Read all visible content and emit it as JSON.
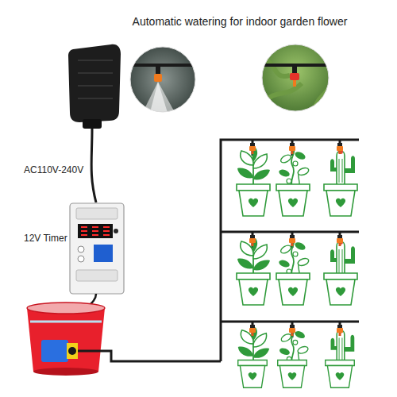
{
  "diagram": {
    "title": "Automatic watering for indoor garden flower",
    "labels": [
      "AC110V-240V",
      "12V Timer"
    ]
  }
}
